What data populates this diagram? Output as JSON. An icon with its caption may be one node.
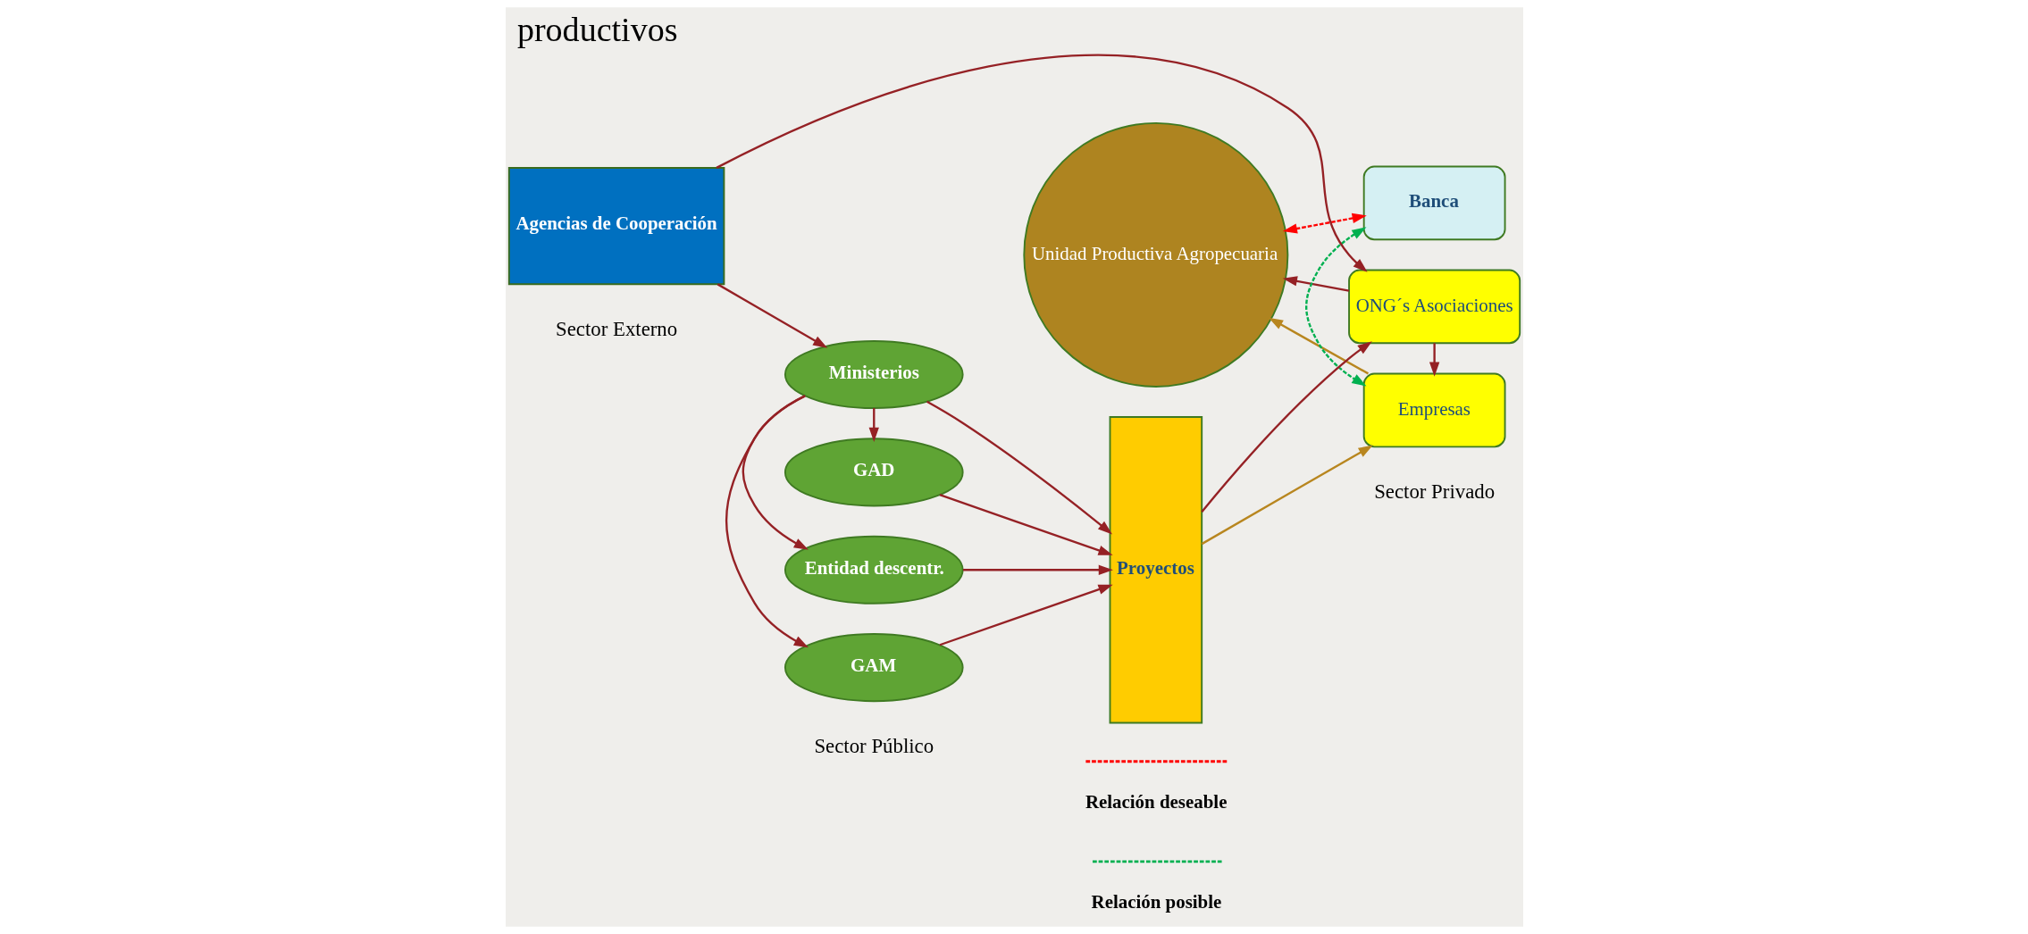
{
  "diagram": {
    "title": "productivos",
    "nodes": [
      {
        "text": [
          "Agencias de Cooperación"
        ]
      },
      {
        "text": [
          "Ministerios"
        ]
      },
      {
        "text": [
          "GAM"
        ]
      },
      {
        "text": [
          "GAD"
        ]
      },
      {
        "text": [
          "Entidad descentr."
        ]
      },
      {
        "text": [
          "Proyectos"
        ]
      },
      {
        "text": [
          "Banca"
        ]
      },
      {
        "text": [
          "Empresas"
        ]
      },
      {
        "text": [
          "ONG´s Asociaciones"
        ]
      },
      {
        "text": [
          "Unidad Productiva Agropecuaria"
        ]
      }
    ],
    "edges": [
      {
        "from": 0,
        "to": 1,
        "arrow": "to"
      },
      {
        "from": 0,
        "to": 8,
        "arrow": "to"
      },
      {
        "from": 1,
        "to": 4,
        "arrow": "to"
      },
      {
        "from": 1,
        "to": 2,
        "arrow": "to"
      },
      {
        "from": 1,
        "to": 3,
        "arrow": "to"
      },
      {
        "from": 1,
        "to": 5,
        "arrow": "to"
      },
      {
        "from": 2,
        "to": 5,
        "arrow": "to"
      },
      {
        "from": 3,
        "to": 5,
        "arrow": "to"
      },
      {
        "from": 4,
        "to": 5,
        "arrow": "to"
      },
      {
        "from": 5,
        "to": 7,
        "arrow": "to",
        "color": "#b8861f"
      },
      {
        "from": 5,
        "to": 8,
        "arrow": "to"
      },
      {
        "from": 8,
        "to": 7,
        "arrow": "to"
      },
      {
        "from": 7,
        "to": 9,
        "arrow": "to",
        "color": "#b8861f"
      },
      {
        "from": 8,
        "to": 9,
        "arrow": "to"
      },
      {
        "from": 6,
        "to": 7,
        "arrow": "both",
        "style": "dashed",
        "color": "#00b050"
      },
      {
        "from": 9,
        "to": 6,
        "arrow": "both",
        "style": "dashed",
        "color": "#ff0000"
      }
    ],
    "labels": [
      "Sector Externo",
      "Sector Público",
      "Sector Privado"
    ],
    "legend": [
      {
        "text": "Relación deseable"
      },
      {
        "text": "Relación posible"
      }
    ]
  }
}
